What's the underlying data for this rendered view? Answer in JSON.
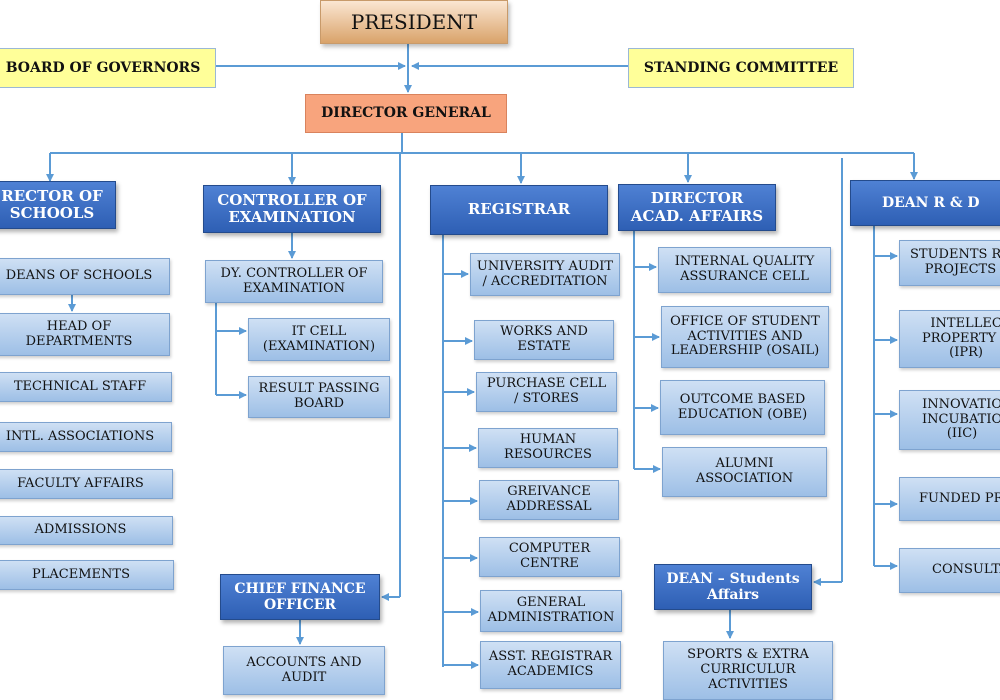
{
  "president": "PRESIDENT",
  "board_of_governors": "BOARD OF GOVERNORS",
  "standing_committee": "STANDING COMMITTEE",
  "director_general": "DIRECTOR GENERAL",
  "director_of_schools": {
    "title": "RECTOR OF\nSCHOOLS",
    "items": [
      "DEANS OF SCHOOLS",
      "HEAD OF\nDEPARTMENTS",
      "TECHNICAL STAFF",
      "INTL. ASSOCIATIONS",
      "FACULTY AFFAIRS",
      "ADMISSIONS",
      "PLACEMENTS"
    ]
  },
  "controller_of_examination": {
    "title": "CONTROLLER OF\nEXAMINATION",
    "deputy": "DY. CONTROLLER OF\nEXAMINATION",
    "items": [
      "IT CELL\n(EXAMINATION)",
      "RESULT PASSING\nBOARD"
    ]
  },
  "chief_finance_officer": {
    "title": "CHIEF FINANCE\nOFFICER",
    "items": [
      "ACCOUNTS AND\nAUDIT"
    ]
  },
  "registrar": {
    "title": "REGISTRAR",
    "items": [
      "UNIVERSITY AUDIT\n/ ACCREDITATION",
      "WORKS AND\nESTATE",
      "PURCHASE CELL\n/ STORES",
      "HUMAN\nRESOURCES",
      "GREIVANCE\nADDRESSAL",
      "COMPUTER\nCENTRE",
      "GENERAL\nADMINISTRATION",
      "ASST. REGISTRAR\nACADEMICS"
    ]
  },
  "director_acad_affairs": {
    "title": "DIRECTOR\nACAD. AFFAIRS",
    "items": [
      "INTERNAL QUALITY\nASSURANCE CELL",
      "OFFICE OF STUDENT\nACTIVITIES AND\nLEADERSHIP (OSAIL)",
      "OUTCOME BASED\nEDUCATION (OBE)",
      "ALUMNI\nASSOCIATION"
    ]
  },
  "dean_students_affairs": {
    "title": "DEAN – Students\nAffairs",
    "items": [
      "SPORTS & EXTRA\nCURRICULUR\nACTIVITIES"
    ]
  },
  "dean_rd": {
    "title": "DEAN R & D",
    "items": [
      "STUDENTS RE\nPROJECTS",
      "INTELLEC\nPROPERTY R\n(IPR)",
      "INNOVATIO\nINCUBATIO\n(IIC)",
      "FUNDED PRO",
      "CONSULTA"
    ]
  },
  "colors": {
    "dark_box": "#3a6cc2",
    "light_box": "#b4cfee",
    "connector": "#5b9bd5",
    "yellow_box": "#ffff99",
    "orange_box": "#f8a47d"
  }
}
